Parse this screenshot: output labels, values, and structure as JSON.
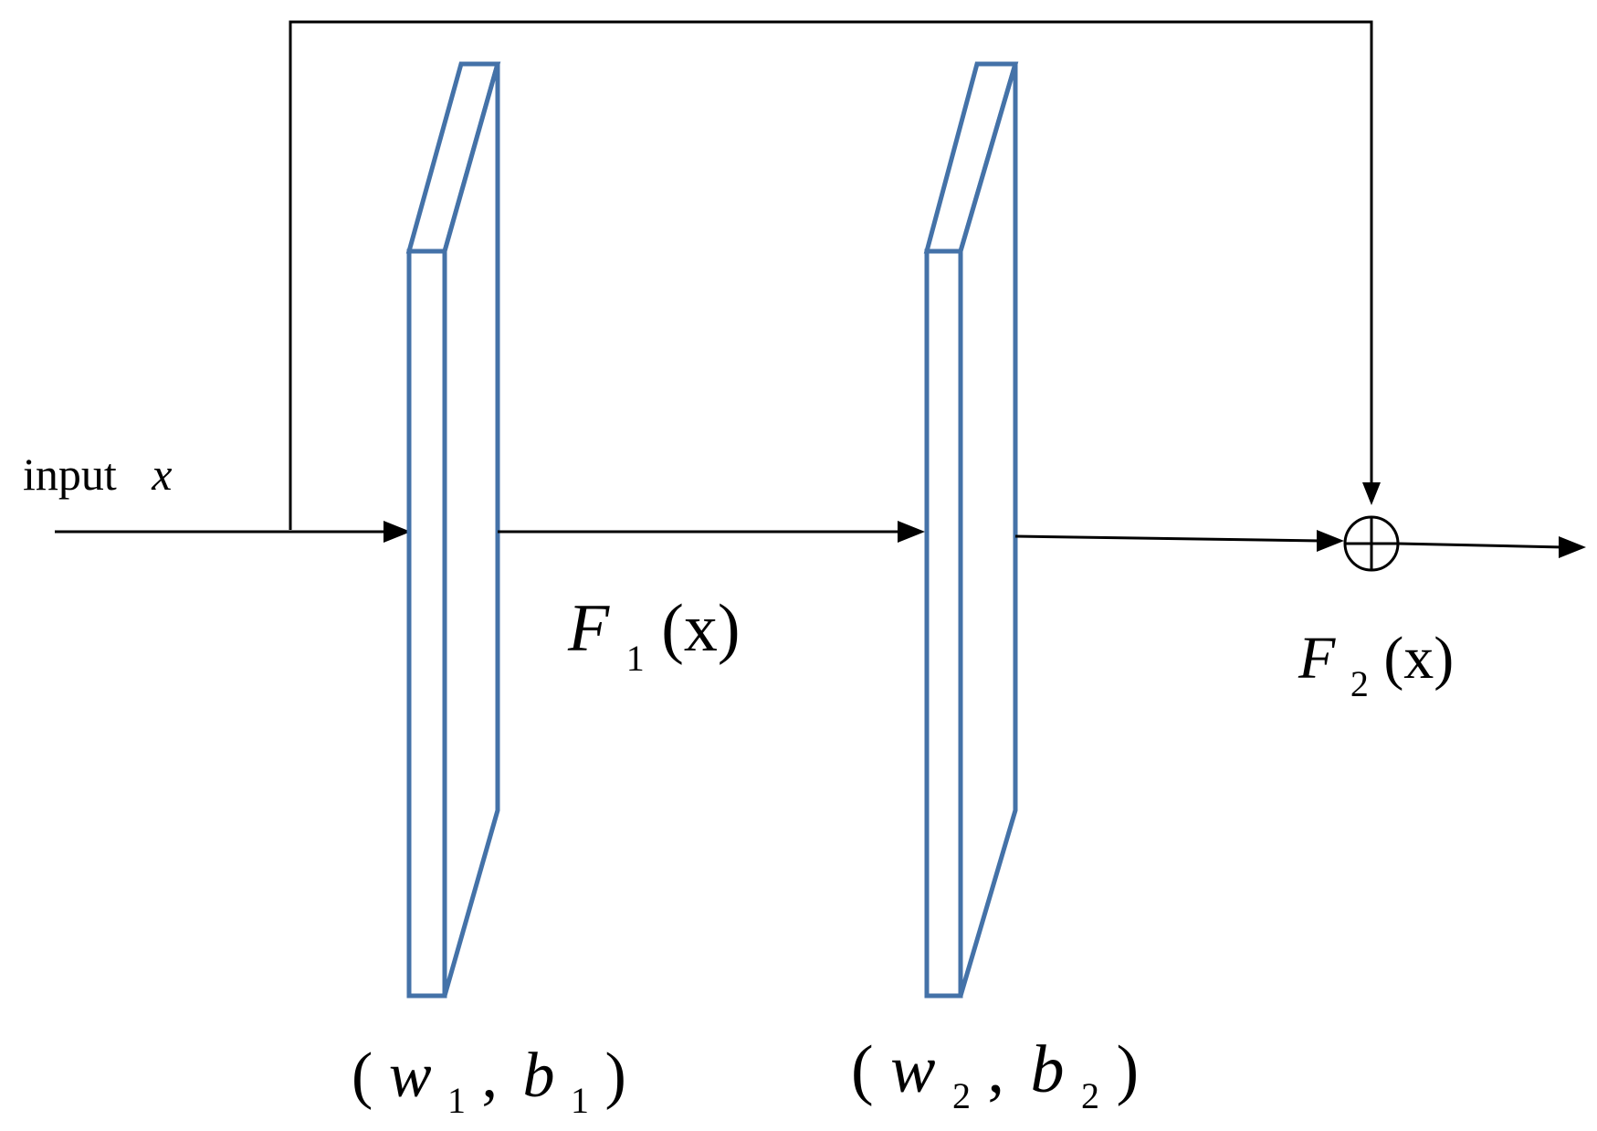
{
  "colors": {
    "layer_stroke": "#4472a8",
    "wire": "#000000",
    "background": "#ffffff"
  },
  "diagram": {
    "input_label": {
      "text": "input",
      "variable": "x"
    },
    "layer1": {
      "open": "(",
      "w": "w",
      "w_sub": "1",
      "comma": ",",
      "b": "b",
      "b_sub": "1",
      "close": ")"
    },
    "layer2": {
      "open": "(",
      "w": "w",
      "w_sub": "2",
      "comma": ",",
      "b": "b",
      "b_sub": "2",
      "close": ")"
    },
    "f1": {
      "symbol": "F",
      "sub": "1",
      "arg": "(x)"
    },
    "f2": {
      "symbol": "F",
      "sub": "2",
      "arg": "(x)"
    },
    "sum_node": "circle-plus-icon"
  }
}
